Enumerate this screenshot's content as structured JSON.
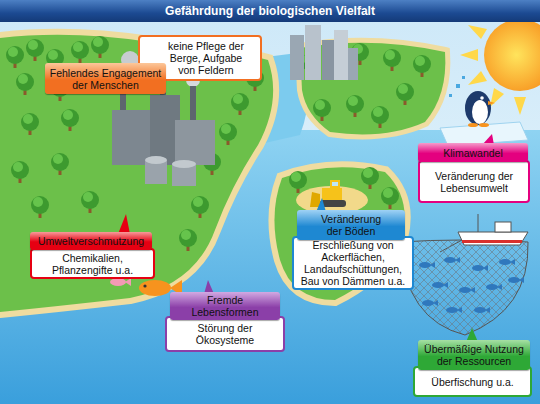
{
  "diagram": {
    "title": "Gefährdung der biologischen Vielfalt",
    "nodes": [
      {
        "text": [
          "Fehlendes Engagement der Menschen",
          "keine Pflege der Berge, Aufgabe von Feldern"
        ]
      },
      {
        "text": [
          "Klimawandel",
          "Veränderung der Lebensumwelt"
        ]
      },
      {
        "text": [
          "Veränderung der Böden",
          "Erschließung von Ackerflächen, Landaufschüttungen, Bau von Dämmen u.a."
        ]
      },
      {
        "text": [
          "Umweltverschmutzung",
          "Chemikalien, Pflanzengifte u.a."
        ]
      },
      {
        "text": [
          "Fremde Lebensformen",
          "Störung der Ökosysteme"
        ]
      },
      {
        "text": [
          "Übermäßige Nutzung der Ressourcen",
          "Überfischung u.a."
        ]
      }
    ]
  }
}
